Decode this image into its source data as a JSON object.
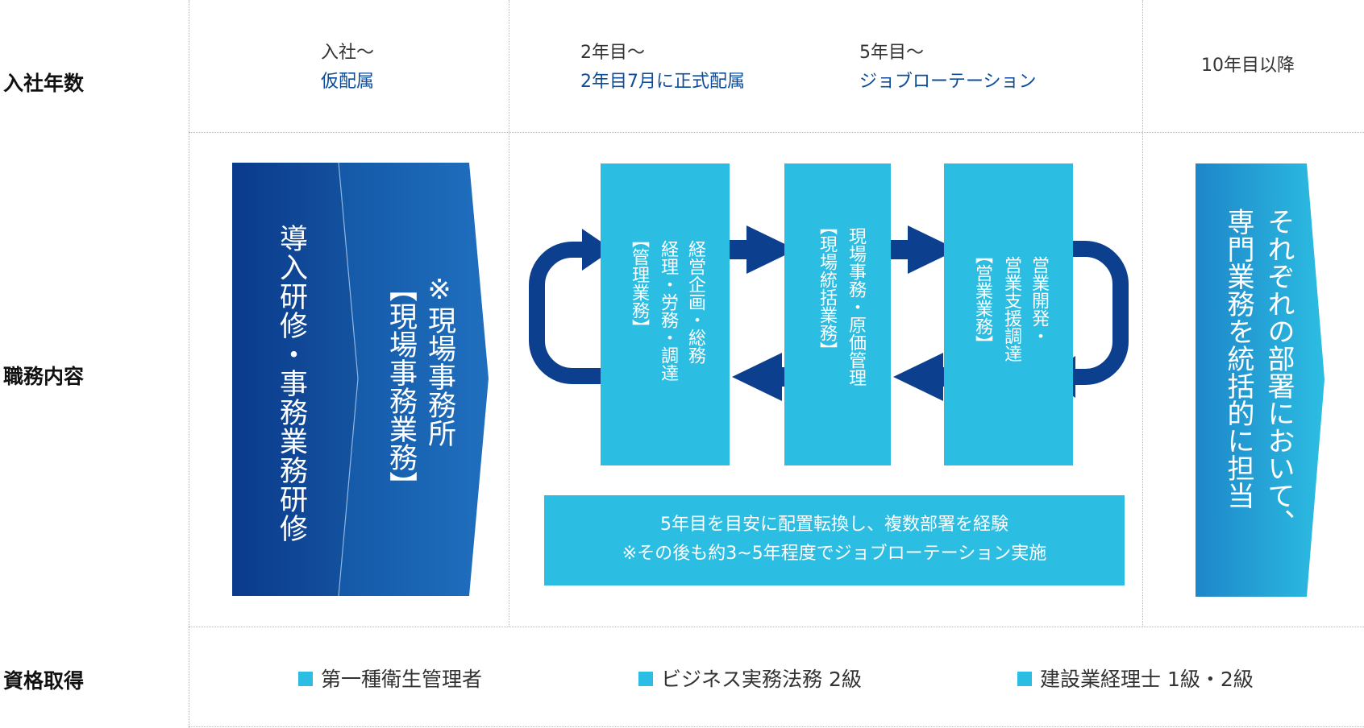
{
  "row_labels": {
    "years": "入社年数",
    "duties": "職務内容",
    "qualifications": "資格取得"
  },
  "headers": {
    "col1": {
      "top": "入社〜",
      "sub": "仮配属"
    },
    "col2a": {
      "top": "2年目〜",
      "sub": "2年目7月に正式配属"
    },
    "col2b": {
      "top": "5年目〜",
      "sub": "ジョブローテーション"
    },
    "col3": {
      "top": "10年目以降"
    }
  },
  "training": {
    "stage1": "導入研修・事務業務研修",
    "stage2_line1": "※現場事務所",
    "stage2_line2": "【現場事務業務】"
  },
  "rotation": {
    "box_admin": {
      "line1": "経営企画・総務",
      "line2": "経理・労務・調達",
      "line3": "【管理業務】"
    },
    "box_site": {
      "line1": "現場事務・原価管理",
      "line2": "【現場統括業務】"
    },
    "box_sales": {
      "line1": "営業開発・",
      "line2": "営業支援調達",
      "line3": "【営業業務】"
    },
    "note_line1": "5年目を目安に配置転換し、複数部署を経験",
    "note_line2": "※その後も約3~5年程度でジョブローテーション実施"
  },
  "later": {
    "line1": "それぞれの部署において、",
    "line2": "専門業務を統括的に担当"
  },
  "qualifications": [
    "第一種衛生管理者",
    "ビジネス実務法務 2級",
    "建設業経理士 1級・2級"
  ],
  "colors": {
    "dark_blue": "#0d3f8f",
    "mid_blue": "#1b6fbf",
    "light_blue": "#2cbde2",
    "arrow_blue": "#0d3f8f",
    "header_blue": "#0d4c9a"
  }
}
